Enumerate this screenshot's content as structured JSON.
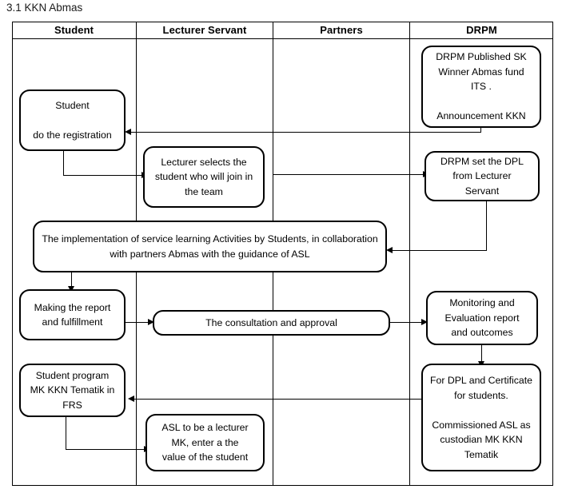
{
  "caption": "3.1 KKN Abmas",
  "lanes": [
    {
      "label": "Student"
    },
    {
      "label": "Lecturer Servant"
    },
    {
      "label": "Partners"
    },
    {
      "label": "DRPM"
    }
  ],
  "nodes": {
    "drpm_publish": "DRPM Published SK\nWinner Abmas fund\nITS .\n\nAnnouncement KKN",
    "student_register": "Student\n\ndo the registration",
    "lecturer_select": "Lecturer selects the\nstudent who will join in\nthe team",
    "drpm_set_dpl": "DRPM set the DPL\nfrom Lecturer\nServant",
    "implementation": "The implementation of service learning Activities by Students, in collaboration\nwith partners Abmas with the guidance of ASL",
    "making_report": "Making the report\nand fulfillment",
    "consultation": "The consultation and approval",
    "monitoring": "Monitoring and\nEvaluation report\nand outcomes",
    "student_program": "Student program\nMK KKN Tematik in\nFRS",
    "dpl_certificate": "For DPL and Certificate\nfor students.\n\nCommissioned ASL as\ncustodian MK KKN\nTematik",
    "asl_lecturer": "ASL to be a lecturer\nMK, enter a the\nvalue of the student"
  },
  "colors": {
    "line": "#000000",
    "background": "#ffffff",
    "text": "#000000"
  }
}
